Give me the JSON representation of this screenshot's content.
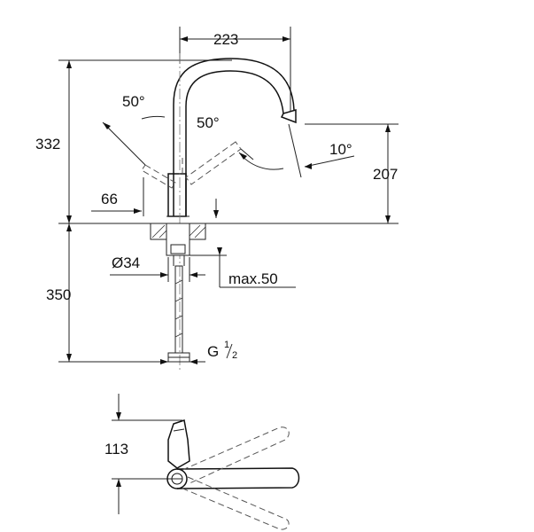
{
  "dimensions": {
    "width_top": "223",
    "height_total": "332",
    "angle_handle_left": "50°",
    "angle_handle_right": "50°",
    "angle_spout": "10°",
    "height_spout": "207",
    "offset_handle": "66",
    "diameter": "Ø34",
    "max_thickness": "max.50",
    "length_below": "350",
    "thread_base": "G",
    "thread_num": "1",
    "thread_den": "2",
    "height_top_view": "113"
  },
  "colors": {
    "ink": "#111111",
    "dash": "#555555"
  }
}
